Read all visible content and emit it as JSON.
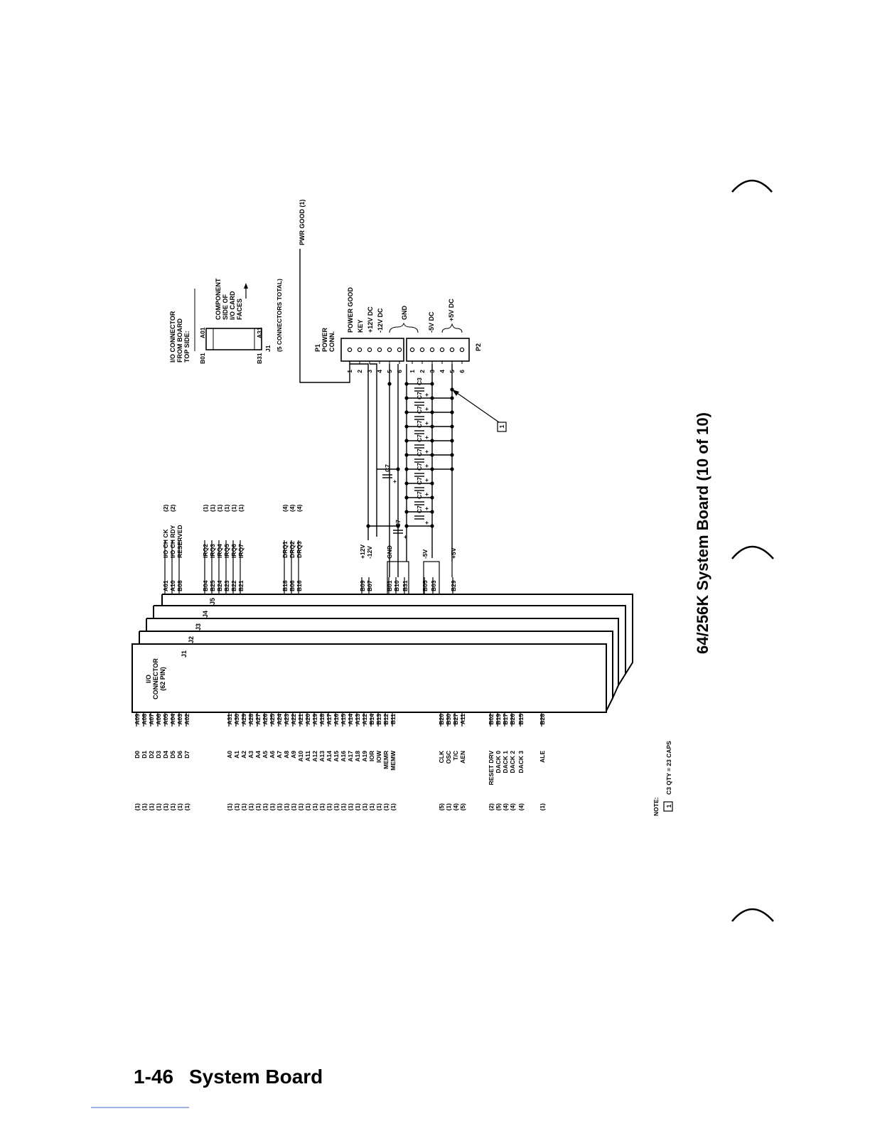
{
  "page": {
    "title": "64/256K System Board (10 of 10)",
    "footer_number": "1-46",
    "footer_section": "System Board"
  },
  "io_connector": {
    "label": [
      "I/O",
      "CONNECTOR",
      "(62 PIN)"
    ],
    "slots": [
      "J1",
      "J2",
      "J3",
      "J4",
      "J5"
    ]
  },
  "pins_left": [
    {
      "sig": "D0",
      "pin": "A09",
      "note": "(1)"
    },
    {
      "sig": "D1",
      "pin": "A08",
      "note": "(1)"
    },
    {
      "sig": "D2",
      "pin": "A07",
      "note": "(1)"
    },
    {
      "sig": "D3",
      "pin": "A06",
      "note": "(1)"
    },
    {
      "sig": "D4",
      "pin": "A05",
      "note": "(1)"
    },
    {
      "sig": "D5",
      "pin": "A04",
      "note": "(1)"
    },
    {
      "sig": "D6",
      "pin": "A03",
      "note": "(1)"
    },
    {
      "sig": "D7",
      "pin": "A02",
      "note": "(1)"
    },
    {
      "sig": "A0",
      "pin": "A31",
      "note": "(1)"
    },
    {
      "sig": "A1",
      "pin": "A30",
      "note": "(1)"
    },
    {
      "sig": "A2",
      "pin": "A29",
      "note": "(1)"
    },
    {
      "sig": "A3",
      "pin": "A28",
      "note": "(1)"
    },
    {
      "sig": "A4",
      "pin": "A27",
      "note": "(1)"
    },
    {
      "sig": "A5",
      "pin": "A26",
      "note": "(1)"
    },
    {
      "sig": "A6",
      "pin": "A25",
      "note": "(1)"
    },
    {
      "sig": "A7",
      "pin": "A24",
      "note": "(1)"
    },
    {
      "sig": "A8",
      "pin": "A23",
      "note": "(1)"
    },
    {
      "sig": "A9",
      "pin": "A22",
      "note": "(1)"
    },
    {
      "sig": "A10",
      "pin": "A21",
      "note": "(1)"
    },
    {
      "sig": "A11",
      "pin": "A20",
      "note": "(1)"
    },
    {
      "sig": "A12",
      "pin": "A19",
      "note": "(1)"
    },
    {
      "sig": "A13",
      "pin": "A18",
      "note": "(1)"
    },
    {
      "sig": "A14",
      "pin": "A17",
      "note": "(1)"
    },
    {
      "sig": "A15",
      "pin": "A16",
      "note": "(1)"
    },
    {
      "sig": "A16",
      "pin": "A15",
      "note": "(1)"
    },
    {
      "sig": "A17",
      "pin": "A14",
      "note": "(1)"
    },
    {
      "sig": "A18",
      "pin": "A13",
      "note": "(1)"
    },
    {
      "sig": "A19",
      "pin": "A12",
      "note": "(1)"
    },
    {
      "sig": "IOR",
      "pin": "B14",
      "note": "(1)"
    },
    {
      "sig": "IOW",
      "pin": "B13",
      "note": "(1)"
    },
    {
      "sig": "MEMR",
      "pin": "B12",
      "note": "(1)"
    },
    {
      "sig": "MEMW",
      "pin": "B11",
      "note": "(1)"
    },
    {
      "sig": "CLK",
      "pin": "B20",
      "note": "(5)"
    },
    {
      "sig": "OSC",
      "pin": "B30",
      "note": "(1)"
    },
    {
      "sig": "T/C",
      "pin": "B27",
      "note": "(4)"
    },
    {
      "sig": "AEN",
      "pin": "A11",
      "note": "(5)"
    },
    {
      "sig": "RESET DRV",
      "pin": "B02",
      "note": "(2)"
    },
    {
      "sig": "DACK 0",
      "pin": "B19",
      "note": "(5)"
    },
    {
      "sig": "DACK 1",
      "pin": "B17",
      "note": "(4)"
    },
    {
      "sig": "DACK 2",
      "pin": "B26",
      "note": "(4)"
    },
    {
      "sig": "DACK 3",
      "pin": "B15",
      "note": "(4)"
    },
    {
      "sig": "ALE",
      "pin": "B28",
      "note": "(1)"
    }
  ],
  "pins_right": [
    {
      "pin": "A01",
      "sig": "I/O CH CK",
      "note": "(2)"
    },
    {
      "pin": "A10",
      "sig": "I/O CH RDY",
      "note": "(2)"
    },
    {
      "pin": "B08",
      "sig": "RESERVED",
      "note": ""
    },
    {
      "pin": "B04",
      "sig": "IRQ2",
      "note": "(1)"
    },
    {
      "pin": "B25",
      "sig": "IRQ3",
      "note": "(1)"
    },
    {
      "pin": "B24",
      "sig": "IRQ4",
      "note": "(1)"
    },
    {
      "pin": "B23",
      "sig": "IRQ5",
      "note": "(1)"
    },
    {
      "pin": "B22",
      "sig": "IRQ6",
      "note": "(1)"
    },
    {
      "pin": "B21",
      "sig": "IRQ7",
      "note": "(1)"
    },
    {
      "pin": "B18",
      "sig": "DRQ1",
      "note": "(4)"
    },
    {
      "pin": "B06",
      "sig": "DRQ2",
      "note": "(4)"
    },
    {
      "pin": "B16",
      "sig": "DRQ3",
      "note": "(4)"
    }
  ],
  "power_pins": [
    {
      "pin": "B09",
      "sig": "+12V"
    },
    {
      "pin": "B07",
      "sig": "-12V"
    },
    {
      "pin": "B01",
      "sig": "GND"
    },
    {
      "pin": "B10",
      "sig": ""
    },
    {
      "pin": "B31",
      "sig": ""
    },
    {
      "pin": "B05",
      "sig": "-5V"
    },
    {
      "pin": "B03",
      "sig": ""
    },
    {
      "pin": "B29",
      "sig": "+5V"
    }
  ],
  "inset": {
    "title": [
      "I/O CONNECTOR",
      "FROM BOARD",
      "TOP SIDE:"
    ],
    "b01": "B01",
    "a01": "A01",
    "b31": "B31",
    "a31": "A31",
    "j1": "J1",
    "total": "(5 CONNECTORS TOTAL)",
    "component": [
      "COMPONENT",
      "SIDE OF",
      "I/O CARD",
      "FACES"
    ]
  },
  "power_connector": {
    "p1": [
      "P1",
      "POWER",
      "CONN."
    ],
    "p2": "P2",
    "pwr_good": "PWR GOOD (1)",
    "pin_numbers": [
      "1",
      "2",
      "3",
      "4",
      "5",
      "6"
    ],
    "p1_labels": [
      "POWER GOOD",
      "KEY",
      "+12V DC",
      "-12V DC"
    ],
    "gnd": "GND",
    "p2_labels": [
      "-5V DC",
      "+5V DC"
    ]
  },
  "capacitors": {
    "c3": "C3",
    "c7": "C7",
    "plus": "+",
    "note_marker": "1"
  },
  "note": {
    "heading": "NOTE:",
    "marker": "1",
    "text": "C3 QTY = 23 CAPS"
  }
}
